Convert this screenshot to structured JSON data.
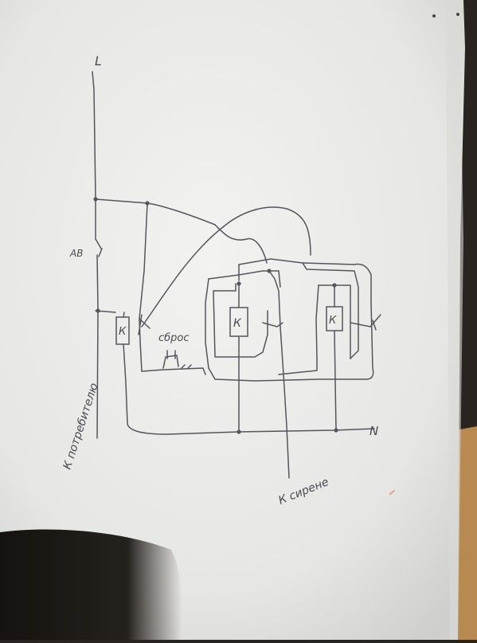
{
  "diagram": {
    "labels": {
      "line": "L",
      "neutral": "N",
      "breaker": "АВ",
      "reset": "сброс",
      "to_consumer": "К потребителю",
      "to_siren": "К сирене"
    },
    "relay_labels": [
      "К",
      "К",
      "К"
    ]
  },
  "colors": {
    "paper": "#ececea",
    "ink": "#55555c",
    "shadow": "#1d1a18",
    "background": "#2a2420"
  }
}
